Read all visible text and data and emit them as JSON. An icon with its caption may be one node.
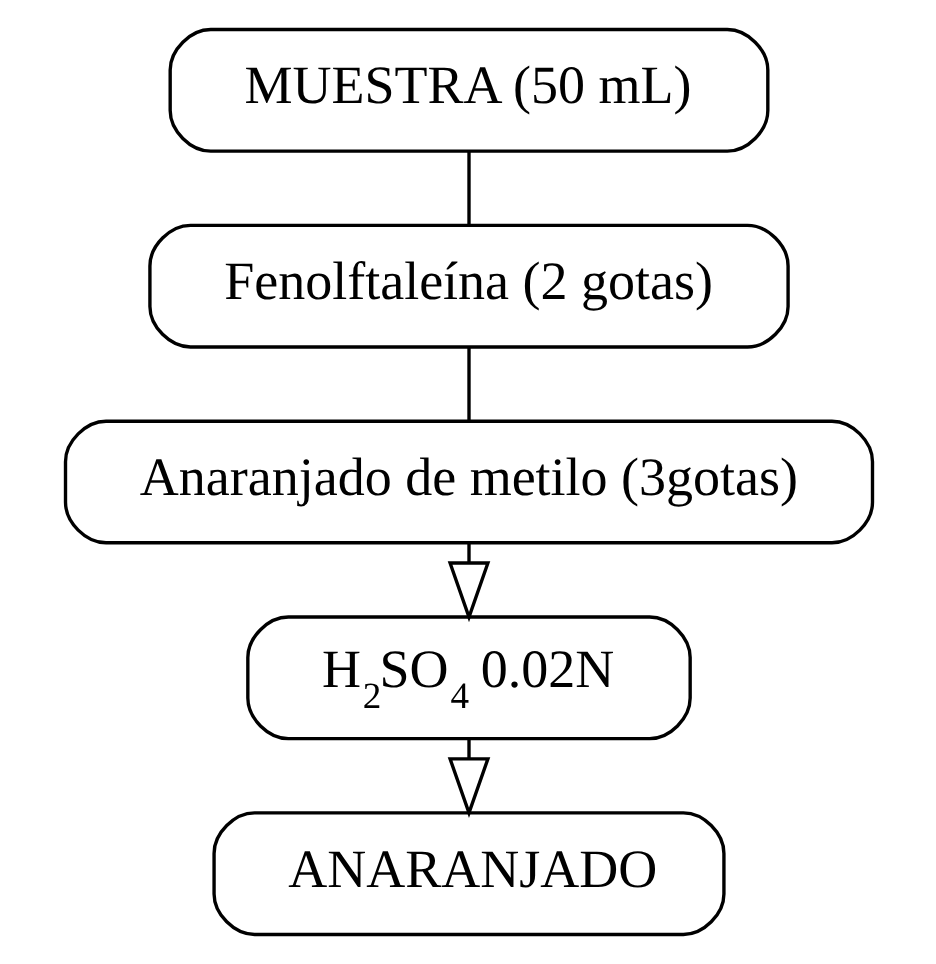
{
  "diagram": {
    "nodes": [
      {
        "text": [
          "MUESTRA (50 mL)"
        ]
      },
      {
        "text": [
          "Fenolftaleína (2 gotas)"
        ]
      },
      {
        "text": [
          "Anaranjado de metilo (3gotas)"
        ]
      },
      {
        "text": [
          "H$_{2}$SO$_{4}$ 0.02N"
        ]
      },
      {
        "text": [
          "ANARANJADO"
        ]
      }
    ],
    "edges": [
      {
        "from": 0,
        "to": 1,
        "arrow": "none"
      },
      {
        "from": 1,
        "to": 2,
        "arrow": "none"
      },
      {
        "from": 2,
        "to": 3,
        "arrow": "to"
      },
      {
        "from": 3,
        "to": 4,
        "arrow": "to"
      }
    ]
  }
}
